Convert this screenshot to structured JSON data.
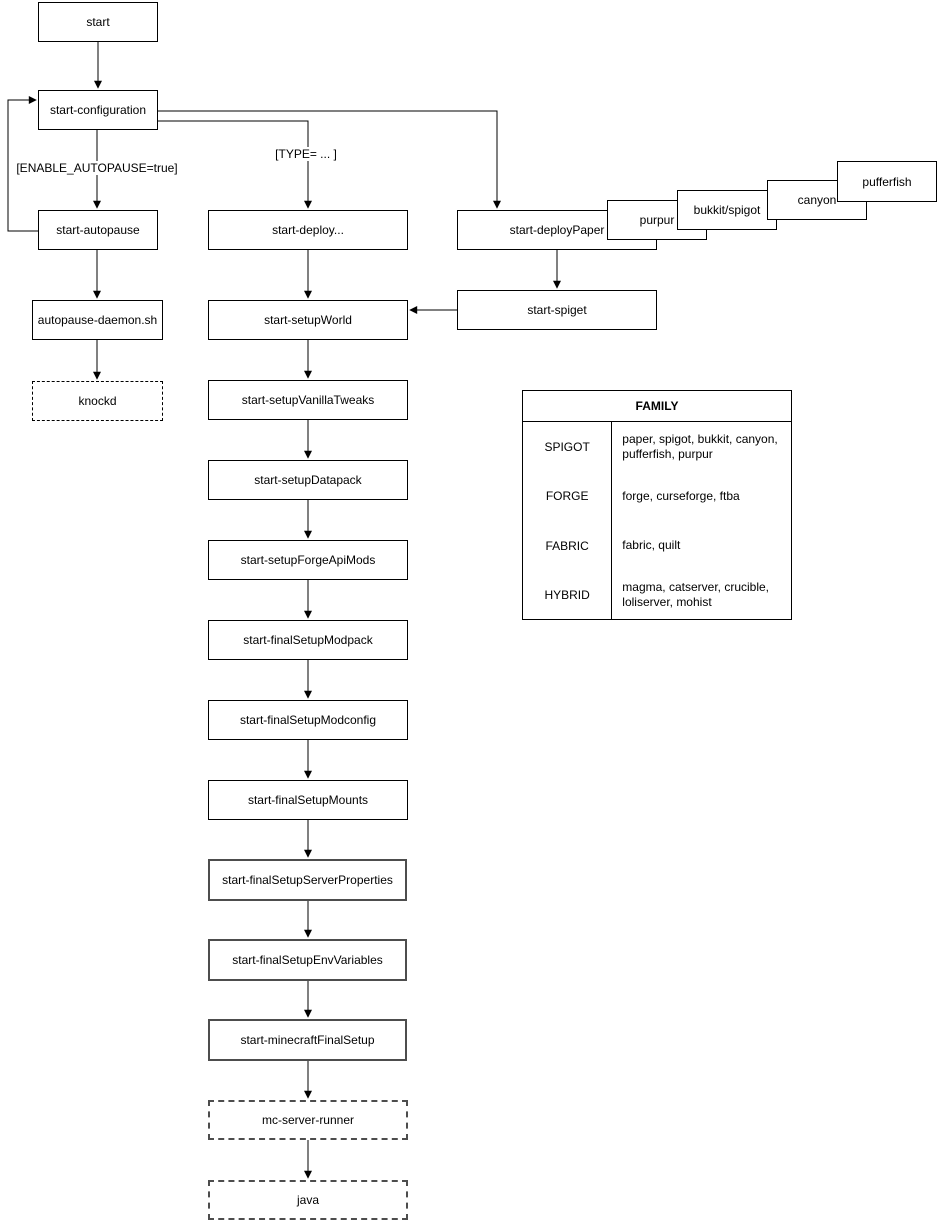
{
  "diagram": {
    "nodes": {
      "start": "start",
      "start_configuration": "start-configuration",
      "start_autopause": "start-autopause",
      "autopause_daemon": "autopause-daemon.sh",
      "knockd": "knockd",
      "start_deploy": "start-deploy...",
      "start_setup_world": "start-setupWorld",
      "start_setup_vanilla_tweaks": "start-setupVanillaTweaks",
      "start_setup_datapack": "start-setupDatapack",
      "start_setup_forge_api_mods": "start-setupForgeApiMods",
      "start_final_setup_modpack": "start-finalSetupModpack",
      "start_final_setup_modconfig": "start-finalSetupModconfig",
      "start_final_setup_mounts": "start-finalSetupMounts",
      "start_final_setup_server_properties": "start-finalSetupServerProperties",
      "start_final_setup_env_variables": "start-finalSetupEnvVariables",
      "start_minecraft_final_setup": "start-minecraftFinalSetup",
      "mc_server_runner": "mc-server-runner",
      "java": "java",
      "start_deploy_paper": "start-deployPaper",
      "start_spiget": "start-spiget",
      "purpur": "purpur",
      "bukkit_spigot": "bukkit/spigot",
      "canyon": "canyon",
      "pufferfish": "pufferfish"
    },
    "edge_labels": {
      "enable_autopause": "[ENABLE_AUTOPAUSE=true]",
      "type": "[TYPE= ... ]"
    },
    "family_table": {
      "title": "FAMILY",
      "rows": [
        {
          "family": "SPIGOT",
          "members": "paper, spigot, bukkit, canyon, pufferfish, purpur"
        },
        {
          "family": "FORGE",
          "members": "forge, curseforge, ftba"
        },
        {
          "family": "FABRIC",
          "members": "fabric, quilt"
        },
        {
          "family": "HYBRID",
          "members": "magma, catserver, crucible, loliserver, mohist"
        }
      ]
    },
    "colors": {
      "stroke": "#000000",
      "fill": "#ffffff",
      "text": "#000000"
    }
  }
}
